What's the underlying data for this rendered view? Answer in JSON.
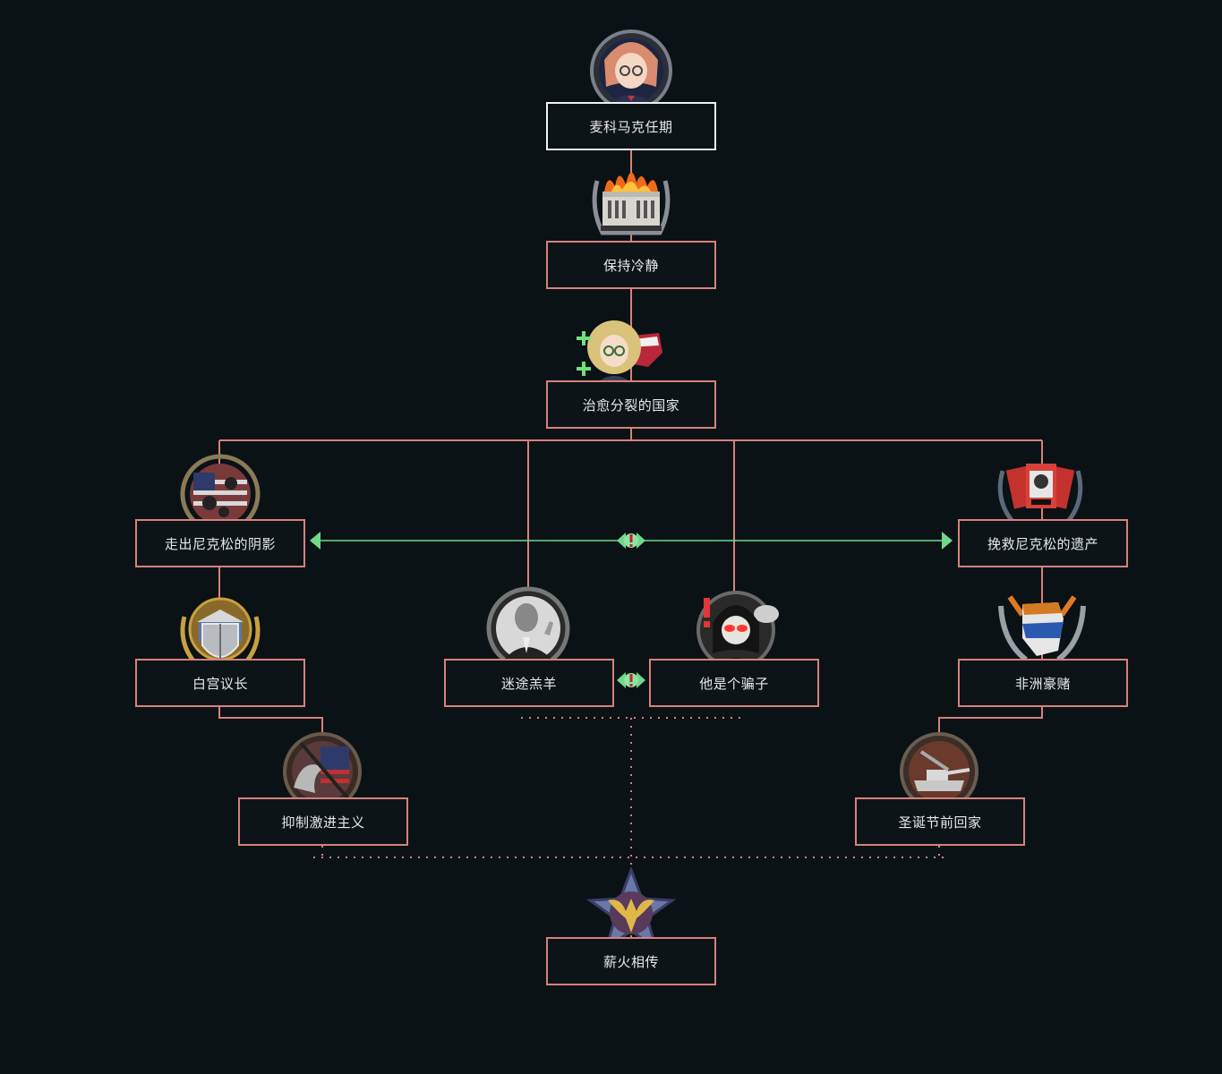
{
  "colors": {
    "background": "#0b1216",
    "line": "#d6817c",
    "completed_border": "#f2f2f2",
    "exclusive": "#6fd98a",
    "warning": "#e3353a"
  },
  "focuses": {
    "mckinley_term": {
      "label": "麦科马克任期",
      "icon": "girl-portrait-icon",
      "completed": true
    },
    "keep_calm": {
      "label": "保持冷静",
      "icon": "burning-white-house-icon"
    },
    "heal_nation": {
      "label": "治愈分裂的国家",
      "icon": "blonde-girl-us-map-icon"
    },
    "nixon_shadow": {
      "label": "走出尼克松的阴影",
      "icon": "us-flag-skull-icon"
    },
    "save_nixon_legacy": {
      "label": "挽救尼克松的遗产",
      "icon": "nixon-cards-icon"
    },
    "chief_of_staff": {
      "label": "白宫议长",
      "icon": "capitol-shield-icon"
    },
    "scapegoat": {
      "label": "迷途羔羊",
      "icon": "nixon-portrait-icon"
    },
    "liar": {
      "label": "他是个骗子",
      "icon": "angry-girl-icon"
    },
    "african_gamble": {
      "label": "非洲豪赌",
      "icon": "african-flag-map-icon"
    },
    "suppress_radicalism": {
      "label": "抑制激进主义",
      "icon": "eagle-flag-sword-icon"
    },
    "home_for_christmas": {
      "label": "圣诞节前回家",
      "icon": "tank-icon"
    },
    "pass_the_torch": {
      "label": "薪火相传",
      "icon": "golden-eagle-star-icon"
    }
  }
}
